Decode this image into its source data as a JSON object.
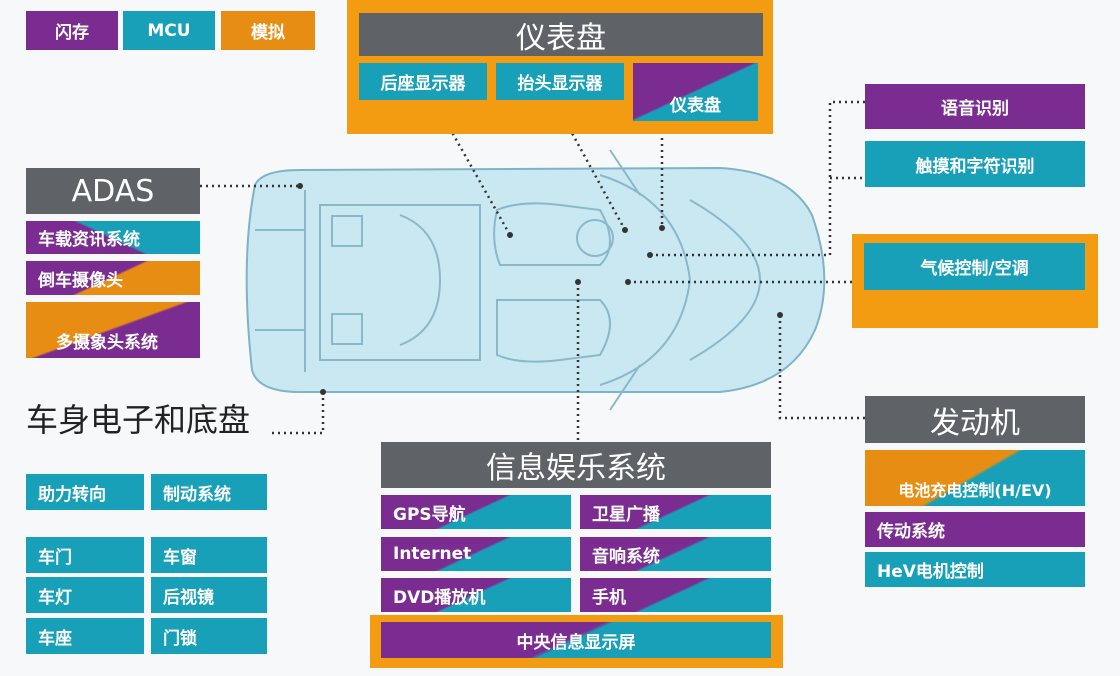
{
  "legend": {
    "flash": "闪存",
    "mcu": "MCU",
    "analog": "模拟"
  },
  "cluster": {
    "title": "仪表盘",
    "rear_display": "后座显示器",
    "hud": "抬头显示器",
    "instrument": "仪表盘"
  },
  "adas": {
    "title": "ADAS",
    "telematics": "车载资讯系统",
    "rear_camera": "倒车摄像头",
    "multi_camera": "多摄象头系统"
  },
  "body_chassis": {
    "title": "车身电子和底盘",
    "items": [
      "助力转向",
      "制动系统",
      "车门",
      "车窗",
      "车灯",
      "后视镜",
      "车座",
      "门锁"
    ]
  },
  "right_top": {
    "voice": "语音识别",
    "touch": "触摸和字符识别",
    "climate": "气候控制/空调"
  },
  "engine": {
    "title": "发动机",
    "battery": "电池充电控制(H/EV)",
    "transmission": "传动系统",
    "hev_motor": "HeV电机控制"
  },
  "infotainment": {
    "title": "信息娱乐系统",
    "gps": "GPS导航",
    "satellite": "卫星广播",
    "internet": "Internet",
    "audio": "音响系统",
    "dvd": "DVD播放机",
    "phone": "手机",
    "central_display": "中央信息显示屏"
  },
  "colors": {
    "purple": "#7b2c91",
    "teal": "#17a0b8",
    "orange": "#e88d14",
    "gray": "#5f6367",
    "car": "#bfe3ee"
  }
}
